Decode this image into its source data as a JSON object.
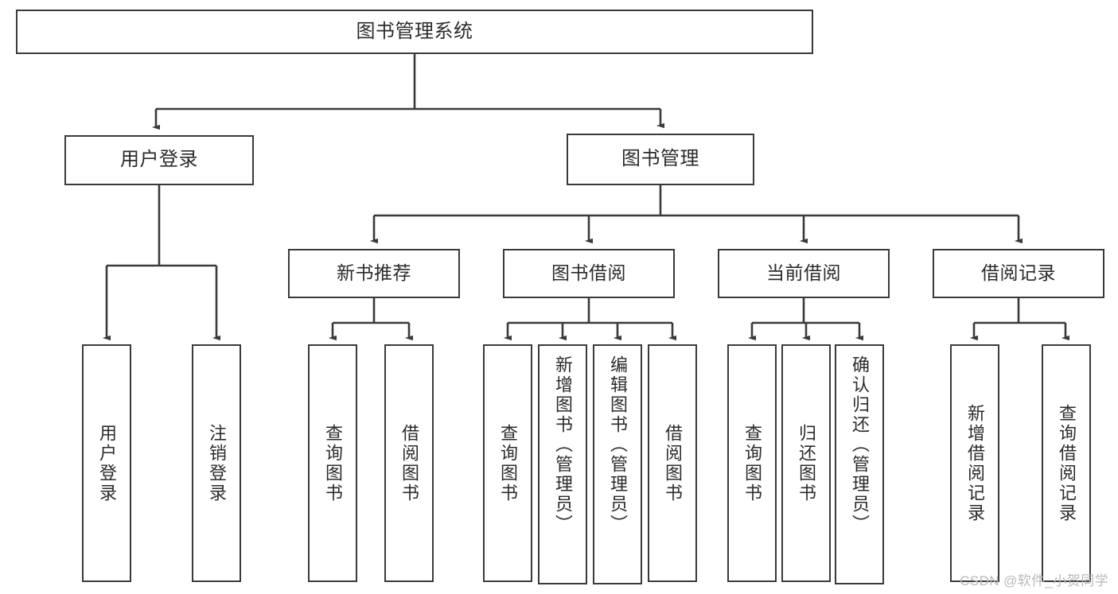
{
  "diagram": {
    "title": "图书管理系统",
    "watermark": "CSDN @软件_小贺同学",
    "nodes": {
      "root": {
        "label": "图书管理系统"
      },
      "user_login": {
        "label": "用户登录"
      },
      "book_manage": {
        "label": "图书管理"
      },
      "new_book_rec": {
        "label": "新书推荐"
      },
      "book_borrow": {
        "label": "图书借阅"
      },
      "current_borrow": {
        "label": "当前借阅"
      },
      "borrow_record": {
        "label": "借阅记录"
      },
      "leaf_user_login": {
        "label": "用户登录"
      },
      "leaf_logout": {
        "label": "注销登录"
      },
      "leaf_query_book_1": {
        "label": "查询图书"
      },
      "leaf_borrow_book_1": {
        "label": "借阅图书"
      },
      "leaf_query_book_2": {
        "label": "查询图书"
      },
      "leaf_add_book": {
        "label": "新增图书（管理员）"
      },
      "leaf_edit_book": {
        "label": "编辑图书（管理员）"
      },
      "leaf_borrow_book_2": {
        "label": "借阅图书"
      },
      "leaf_query_book_3": {
        "label": "查询图书"
      },
      "leaf_return_book": {
        "label": "归还图书"
      },
      "leaf_confirm_return": {
        "label": "确认归还（管理员）"
      },
      "leaf_add_record": {
        "label": "新增借阅记录"
      },
      "leaf_query_record": {
        "label": "查询借阅记录"
      }
    },
    "style": {
      "box_stroke": "#3a3a3a",
      "box_fill": "#ffffff",
      "connector_stroke": "#3a3a3a",
      "text_color": "#2b2b2b",
      "background": "#ffffff",
      "watermark_color": "#b9b9b9"
    }
  }
}
